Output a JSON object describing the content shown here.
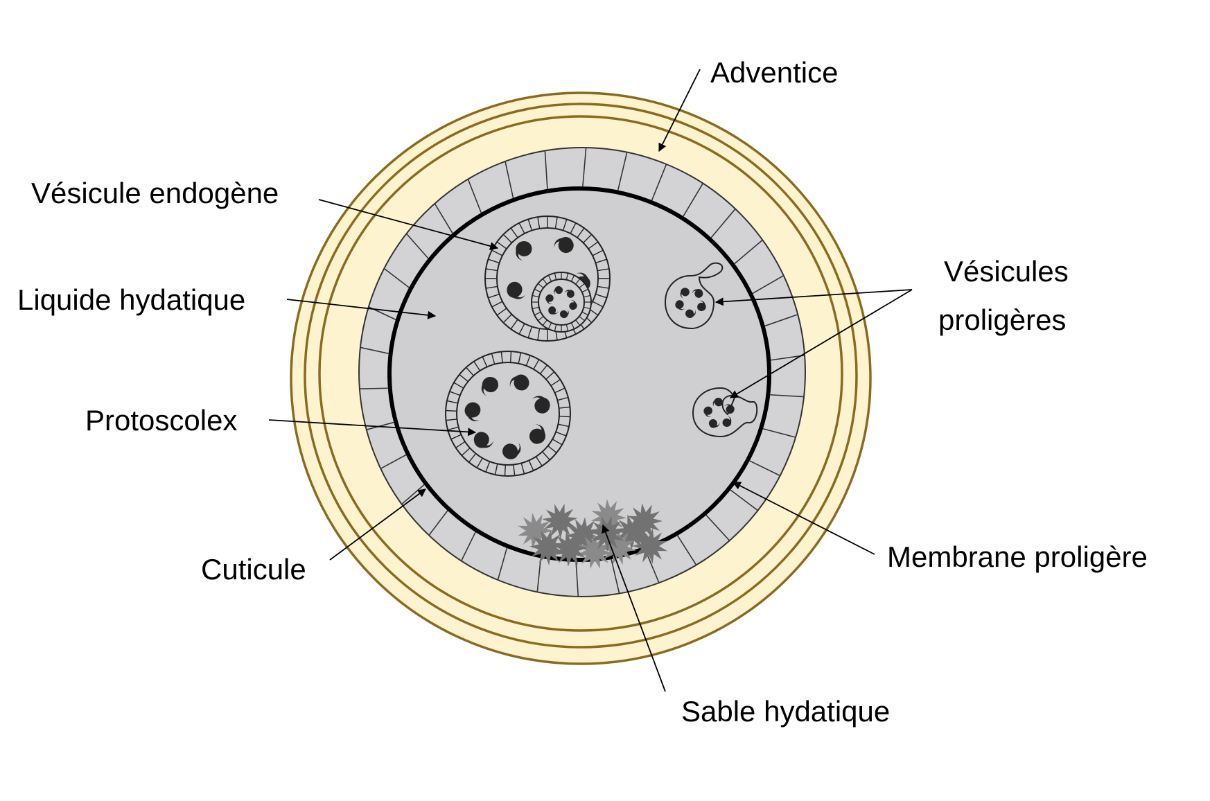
{
  "labels": {
    "adventice": "Adventice",
    "vesicule_endogene": "Vésicule endogène",
    "liquide_hydatique": "Liquide hydatique",
    "vesicules_proligeres_line1": "Vésicules",
    "vesicules_proligeres_line2": "proligères",
    "protoscolex": "Protoscolex",
    "membrane_proligere": "Membrane proligère",
    "cuticule": "Cuticule",
    "sable_hydatique": "Sable hydatique"
  },
  "colors": {
    "adventice_fill": "#fdf3cf",
    "adventice_stroke": "#8a6b1e",
    "cuticle_fill": "#d3d3d6",
    "liquid_fill": "#cfcfd2",
    "protoscolex": "#262626",
    "sand": "#7c7c7c"
  },
  "icons": {
    "protoscolex": "teardrop-hook-shape",
    "sand": "spiky-star-cluster"
  }
}
